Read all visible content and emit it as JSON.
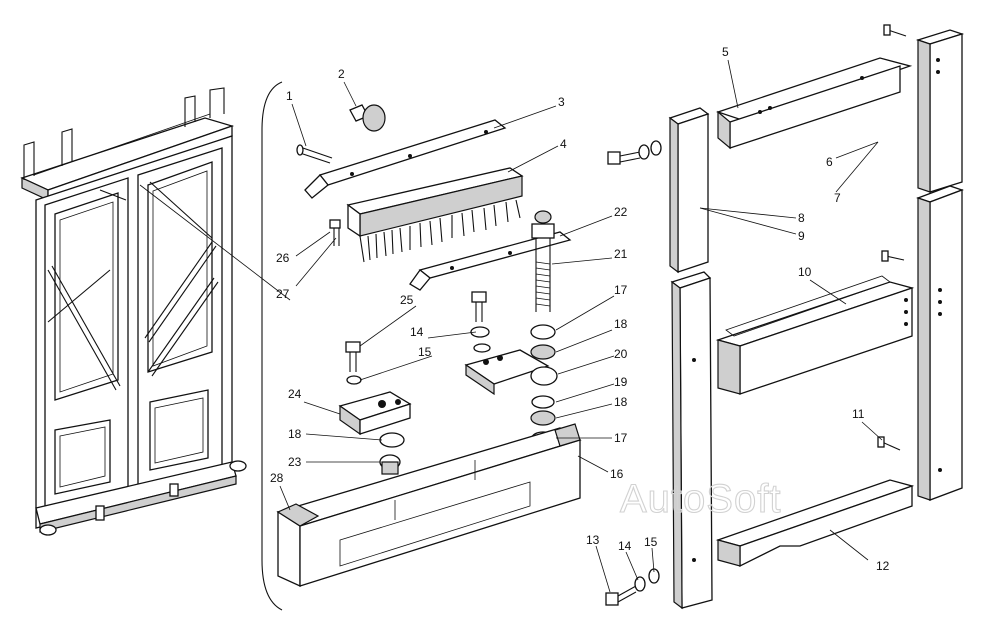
{
  "watermark": "AutoSoft",
  "callouts": [
    {
      "id": "1",
      "label": "1"
    },
    {
      "id": "2",
      "label": "2"
    },
    {
      "id": "3",
      "label": "3"
    },
    {
      "id": "4",
      "label": "4"
    },
    {
      "id": "5",
      "label": "5"
    },
    {
      "id": "6",
      "label": "6"
    },
    {
      "id": "7",
      "label": "7"
    },
    {
      "id": "8",
      "label": "8"
    },
    {
      "id": "9",
      "label": "9"
    },
    {
      "id": "10",
      "label": "10"
    },
    {
      "id": "11",
      "label": "11"
    },
    {
      "id": "12",
      "label": "12"
    },
    {
      "id": "13",
      "label": "13"
    },
    {
      "id": "14a",
      "label": "14"
    },
    {
      "id": "14b",
      "label": "14"
    },
    {
      "id": "15a",
      "label": "15"
    },
    {
      "id": "15b",
      "label": "15"
    },
    {
      "id": "16",
      "label": "16"
    },
    {
      "id": "17a",
      "label": "17"
    },
    {
      "id": "17b",
      "label": "17"
    },
    {
      "id": "18a",
      "label": "18"
    },
    {
      "id": "18b",
      "label": "18"
    },
    {
      "id": "18c",
      "label": "18"
    },
    {
      "id": "19",
      "label": "19"
    },
    {
      "id": "20",
      "label": "20"
    },
    {
      "id": "21",
      "label": "21"
    },
    {
      "id": "22",
      "label": "22"
    },
    {
      "id": "23",
      "label": "23"
    },
    {
      "id": "24",
      "label": "24"
    },
    {
      "id": "25",
      "label": "25"
    },
    {
      "id": "26",
      "label": "26"
    },
    {
      "id": "27",
      "label": "27"
    },
    {
      "id": "28",
      "label": "28"
    }
  ]
}
